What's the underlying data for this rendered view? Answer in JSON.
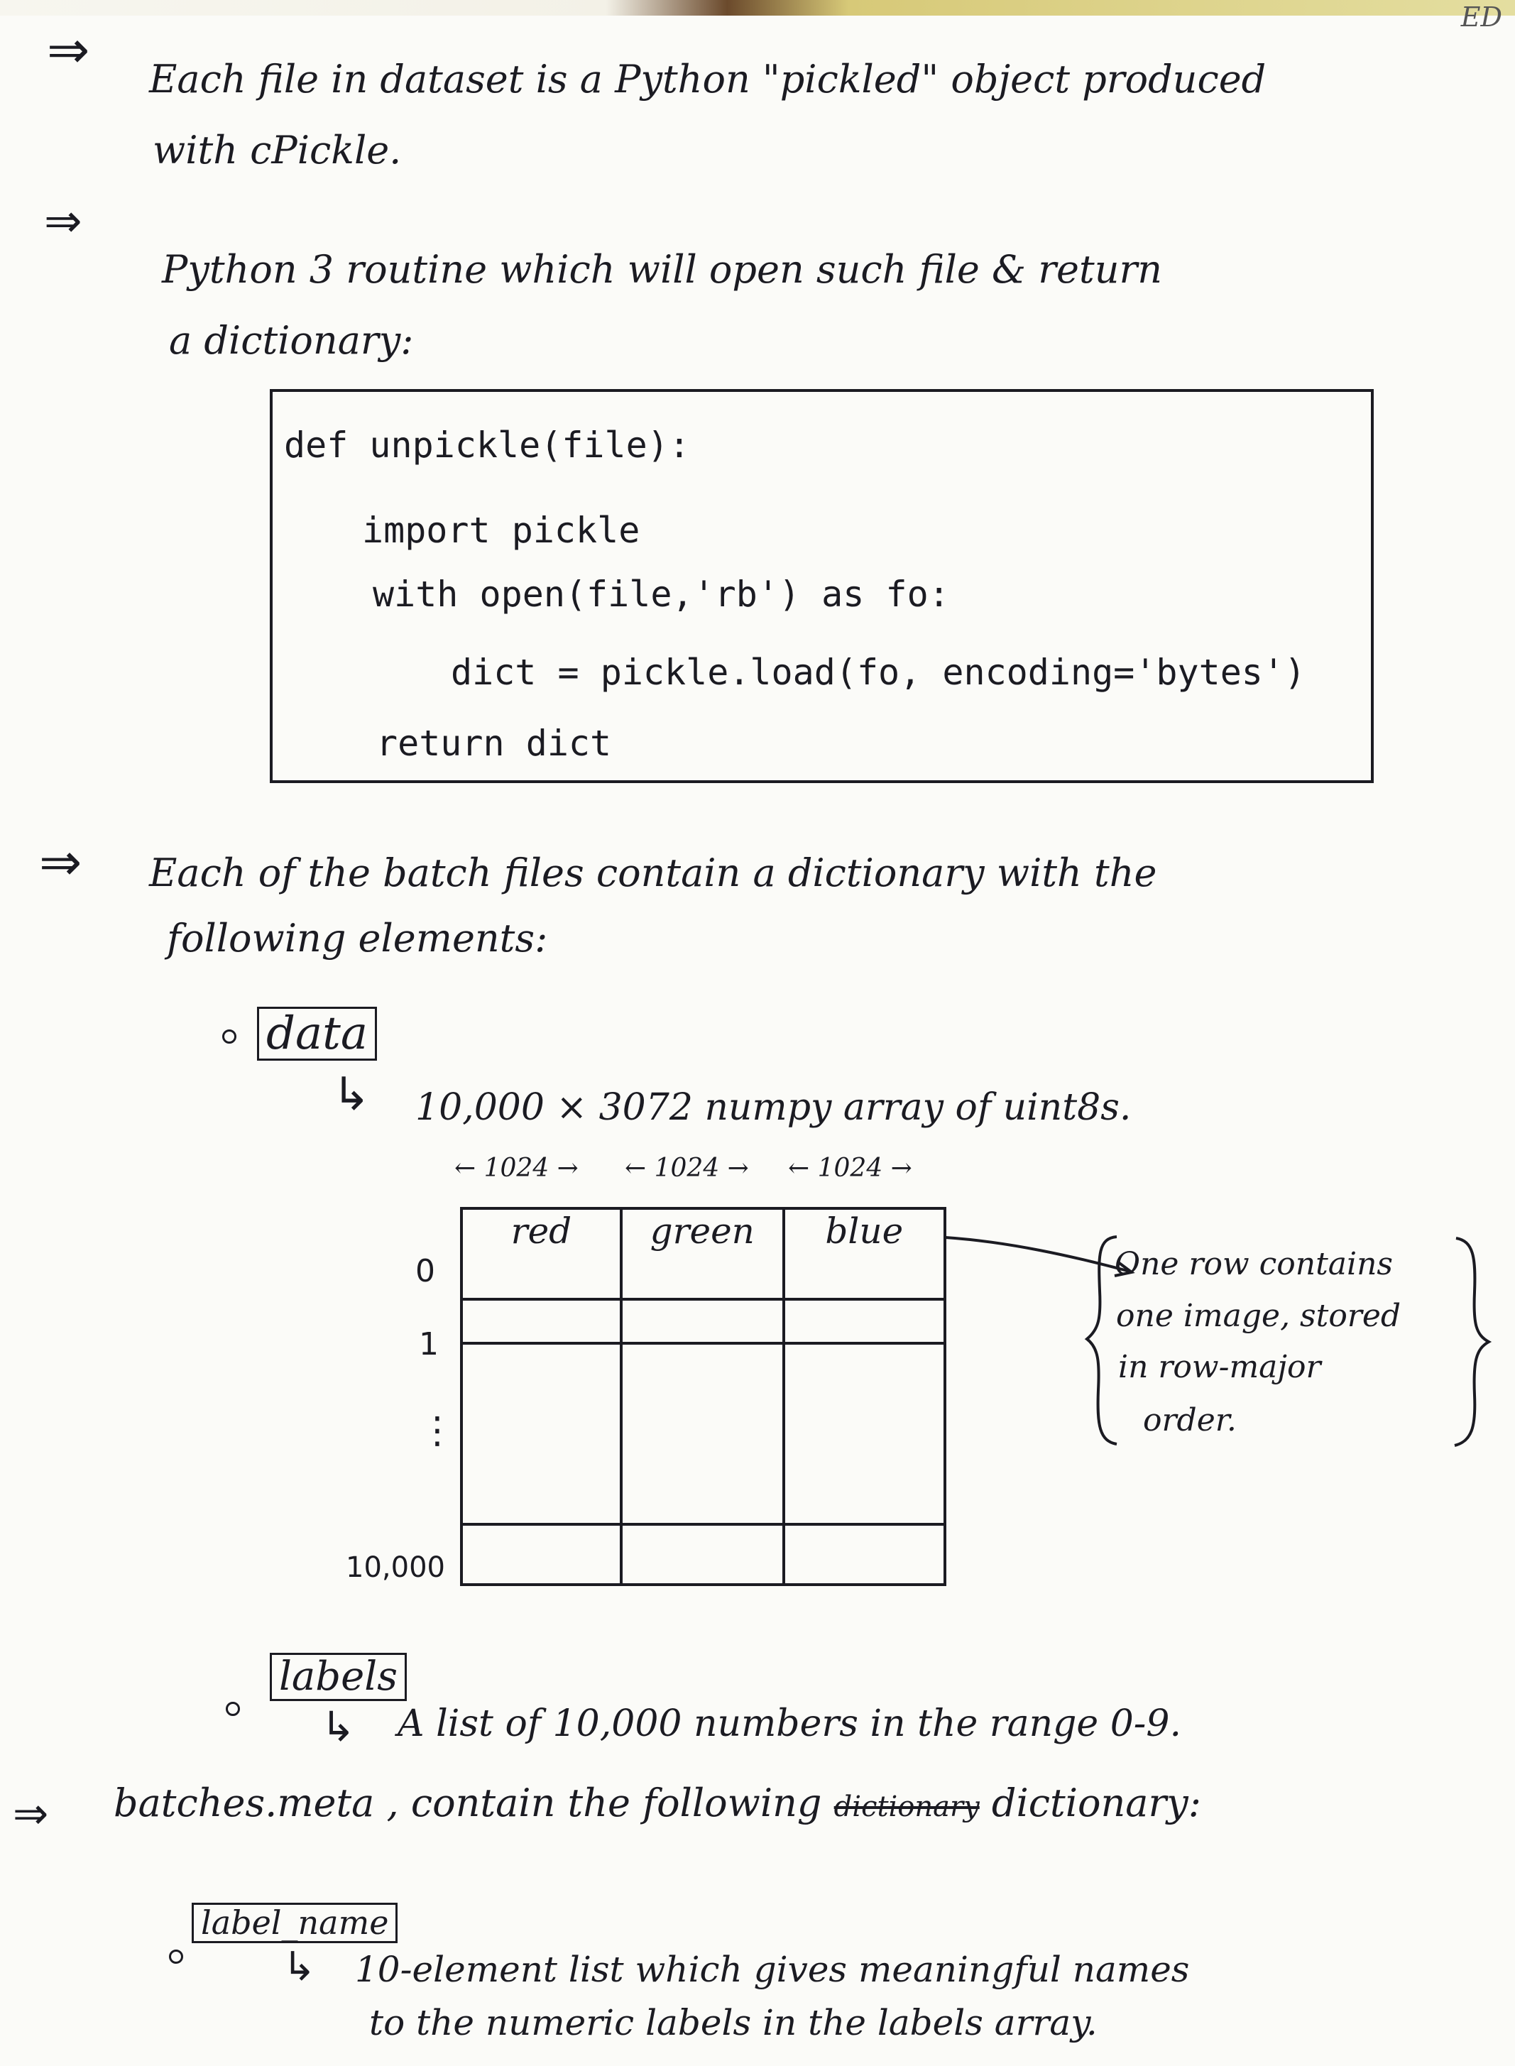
{
  "corner_mark": "ED",
  "section1": {
    "arrow": "⇒",
    "line1": "Each file in dataset is a Python \"pickled\" object produced",
    "line2": "with cPickle."
  },
  "section2": {
    "arrow": "⇒",
    "line1": "Python 3 routine which will open such file & return",
    "line2": "a dictionary:"
  },
  "code": {
    "lines": [
      "def unpickle(file):",
      "import pickle",
      "with open(file,'rb') as fo:",
      "dict = pickle.load(fo, encoding='bytes')",
      "return dict"
    ]
  },
  "section3": {
    "arrow": "⇒",
    "line1": "Each of the batch files contain a dictionary with the",
    "line2": "following elements:"
  },
  "data_item": {
    "label": "data",
    "description": "10,000 × 3072 numpy array of uint8s.",
    "dims": [
      "← 1024 →",
      "← 1024 →",
      "← 1024 →"
    ],
    "columns": [
      "red",
      "green",
      "blue"
    ],
    "row_indices": [
      "0",
      "1",
      "⋮",
      "10,000"
    ],
    "note": [
      "One row contains",
      "one image, stored",
      "in row-major",
      "order."
    ]
  },
  "labels_item": {
    "label": "labels",
    "description": "A list of 10,000 numbers in the range 0-9."
  },
  "section4": {
    "arrow": "⇒",
    "text_before": "batches.meta , contain the following",
    "struck": "dictionary",
    "text_after": "dictionary:"
  },
  "label_names_item": {
    "label": "label_name",
    "line1": "10-element list which gives meaningful names",
    "line2": "to the numeric labels in the labels array."
  },
  "corner_arrow": "↳"
}
